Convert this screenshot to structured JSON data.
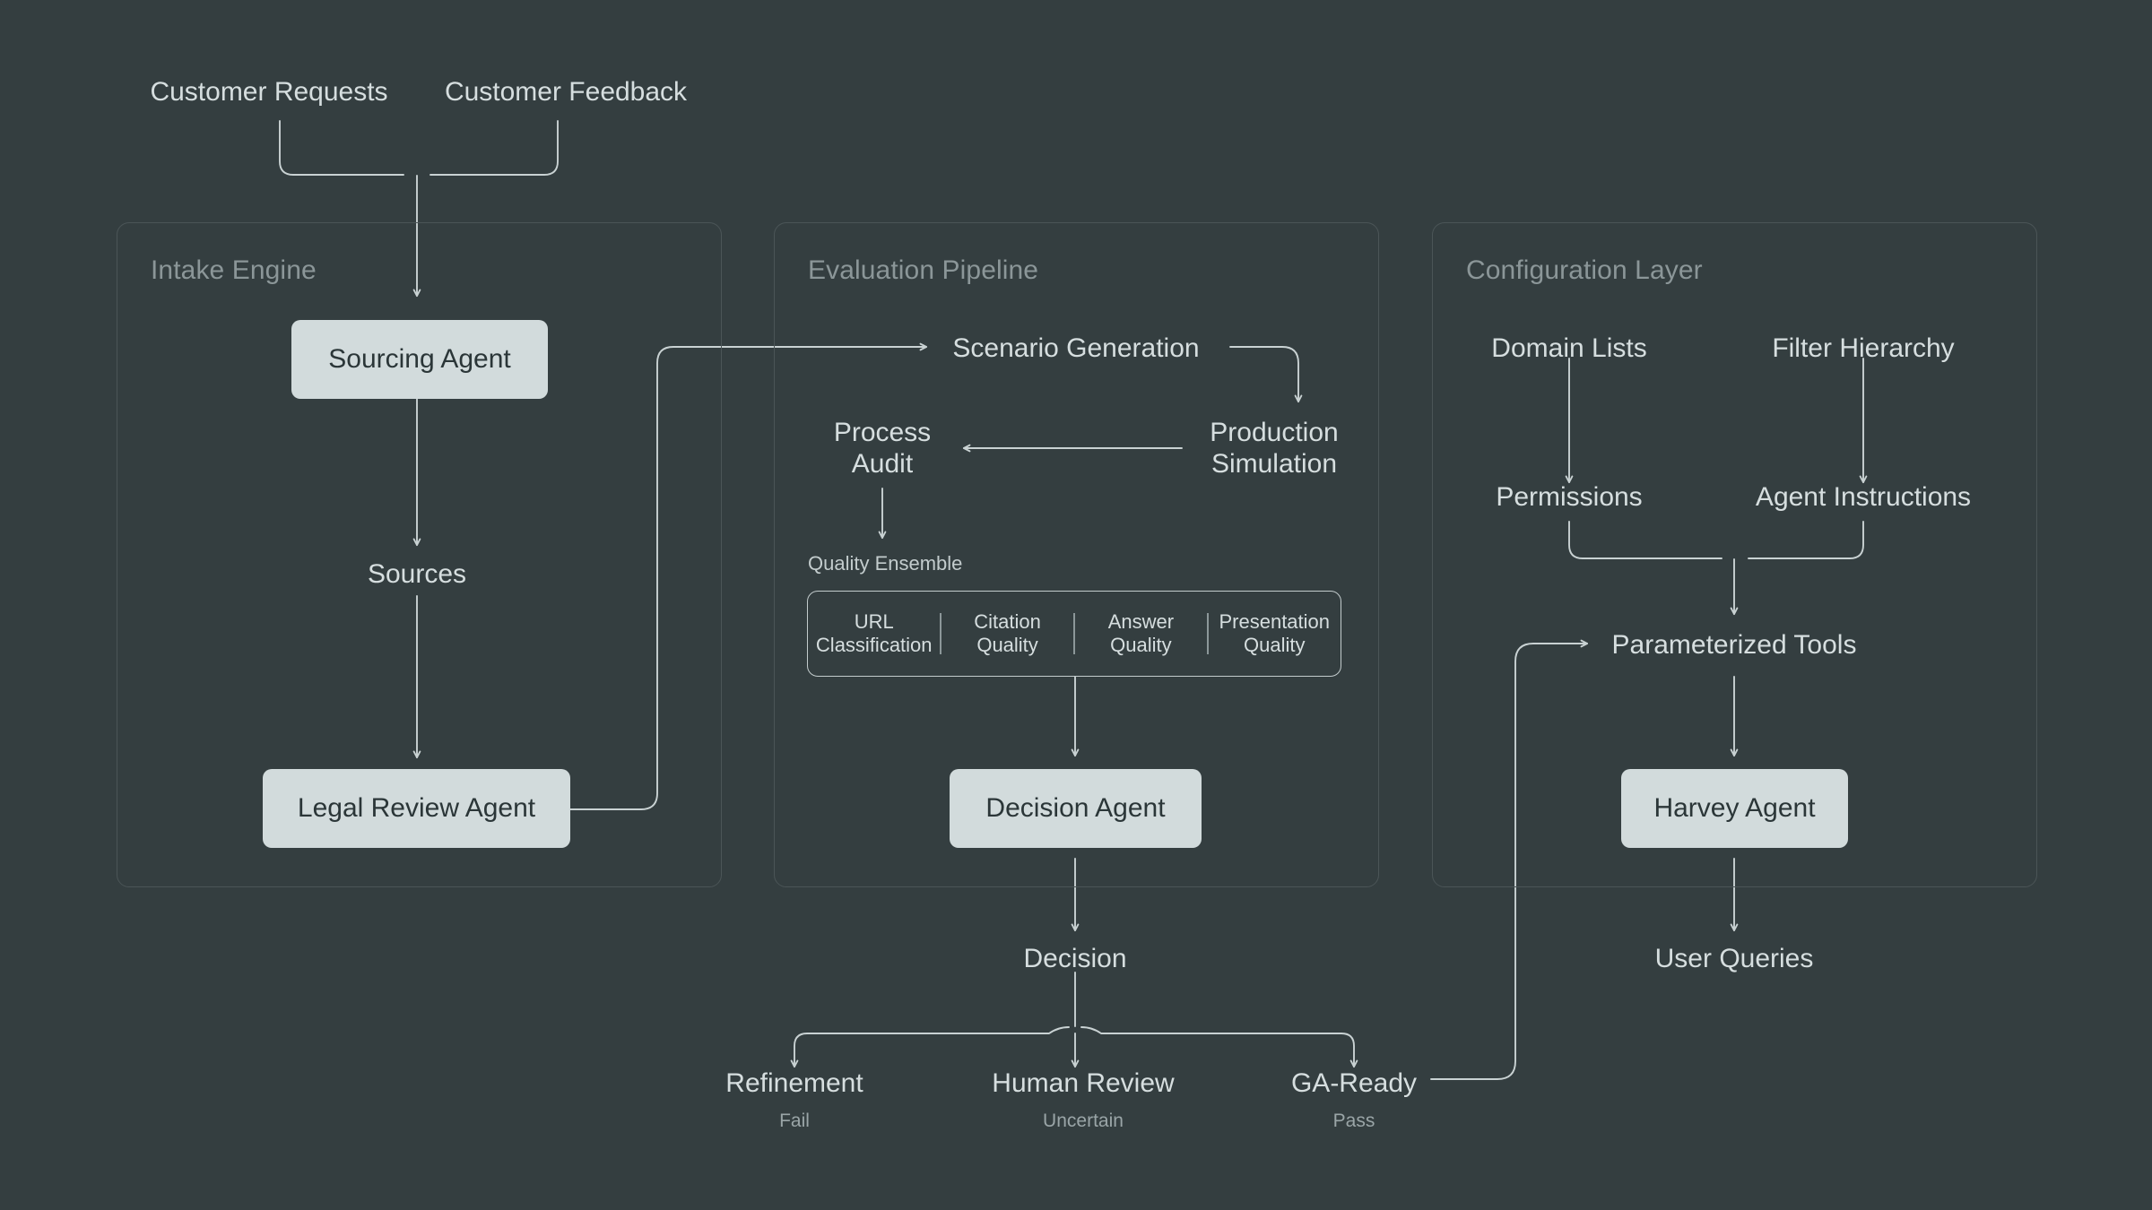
{
  "colors": {
    "background": "#343e40",
    "panel_border": "#4b5557",
    "panel_title": "#8b9698",
    "node_text": "#d6dedf",
    "sub_text": "#9aa5a7",
    "agent_box_fill": "#d2dbdc",
    "agent_box_text": "#2b3638",
    "wire": "#c9d2d3"
  },
  "inputs": {
    "customer_requests": "Customer Requests",
    "customer_feedback": "Customer Feedback"
  },
  "panels": {
    "intake": {
      "title": "Intake Engine",
      "nodes": {
        "sourcing_agent": "Sourcing Agent",
        "sources": "Sources",
        "legal_review_agent": "Legal Review Agent"
      }
    },
    "evaluation": {
      "title": "Evaluation Pipeline",
      "nodes": {
        "scenario_generation": "Scenario Generation",
        "production_simulation_line1": "Production",
        "production_simulation_line2": "Simulation",
        "process_audit_line1": "Process",
        "process_audit_line2": "Audit",
        "quality_ensemble_title": "Quality Ensemble",
        "decision_agent": "Decision Agent"
      },
      "quality_ensemble": [
        {
          "line1": "URL",
          "line2": "Classification"
        },
        {
          "line1": "Citation",
          "line2": "Quality"
        },
        {
          "line1": "Answer",
          "line2": "Quality"
        },
        {
          "line1": "Presentation",
          "line2": "Quality"
        }
      ]
    },
    "configuration": {
      "title": "Configuration Layer",
      "nodes": {
        "domain_lists": "Domain Lists",
        "filter_hierarchy": "Filter Hierarchy",
        "permissions": "Permissions",
        "agent_instructions": "Agent Instructions",
        "parameterized_tools": "Parameterized Tools",
        "harvey_agent": "Harvey Agent",
        "user_queries": "User Queries"
      }
    }
  },
  "outcomes": {
    "decision": "Decision",
    "branches": [
      {
        "label": "Refinement",
        "verdict": "Fail"
      },
      {
        "label": "Human Review",
        "verdict": "Uncertain"
      },
      {
        "label": "GA-Ready",
        "verdict": "Pass"
      }
    ]
  }
}
